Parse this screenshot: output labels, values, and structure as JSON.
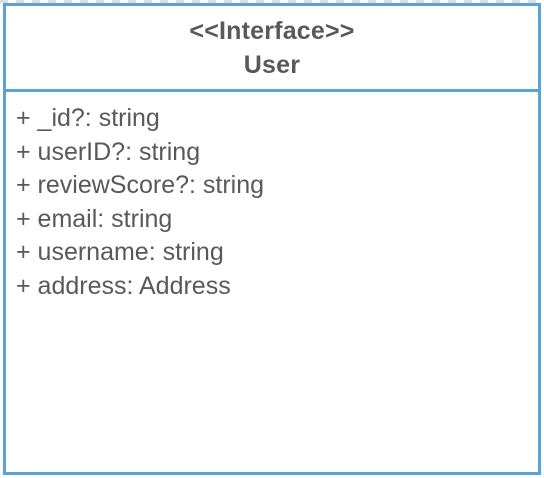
{
  "diagram": {
    "stereotype": "<<Interface>>",
    "name": "User",
    "attributes": [
      "+ _id?: string",
      "+ userID?: string",
      "+ reviewScore?: string",
      "+ email: string",
      "+ username: string",
      "+ address: Address"
    ]
  },
  "colors": {
    "border": "#5aa3d6",
    "text": "#595959",
    "background": "#ffffff"
  }
}
